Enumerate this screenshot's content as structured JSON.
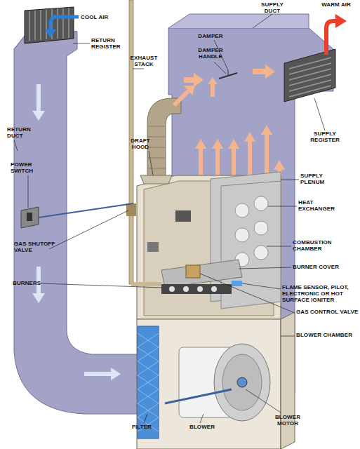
{
  "diagram": {
    "labels": [
      "COOL AIR",
      "RETURN REGISTER",
      "EXHAUST STACK",
      "SUPPLY DUCT",
      "WARM AIR",
      "DAMPER",
      "DAMPER HANDLE",
      "RETURN DUCT",
      "DRAFT HOOD",
      "SUPPLY REGISTER",
      "POWER SWITCH",
      "SUPPLY PLENUM",
      "HEAT EXCHANGER",
      "GAS SHUTOFF VALVE",
      "COMBUSTION CHAMBER",
      "BURNERS",
      "BURNER COVER",
      "FLAME SENSOR, PILOT, ELECTRONIC OR HOT SURFACE IGNITER",
      "GAS CONTROL VALVE",
      "BLOWER CHAMBER",
      "FILTER",
      "BLOWER",
      "BLOWER MOTOR"
    ]
  }
}
